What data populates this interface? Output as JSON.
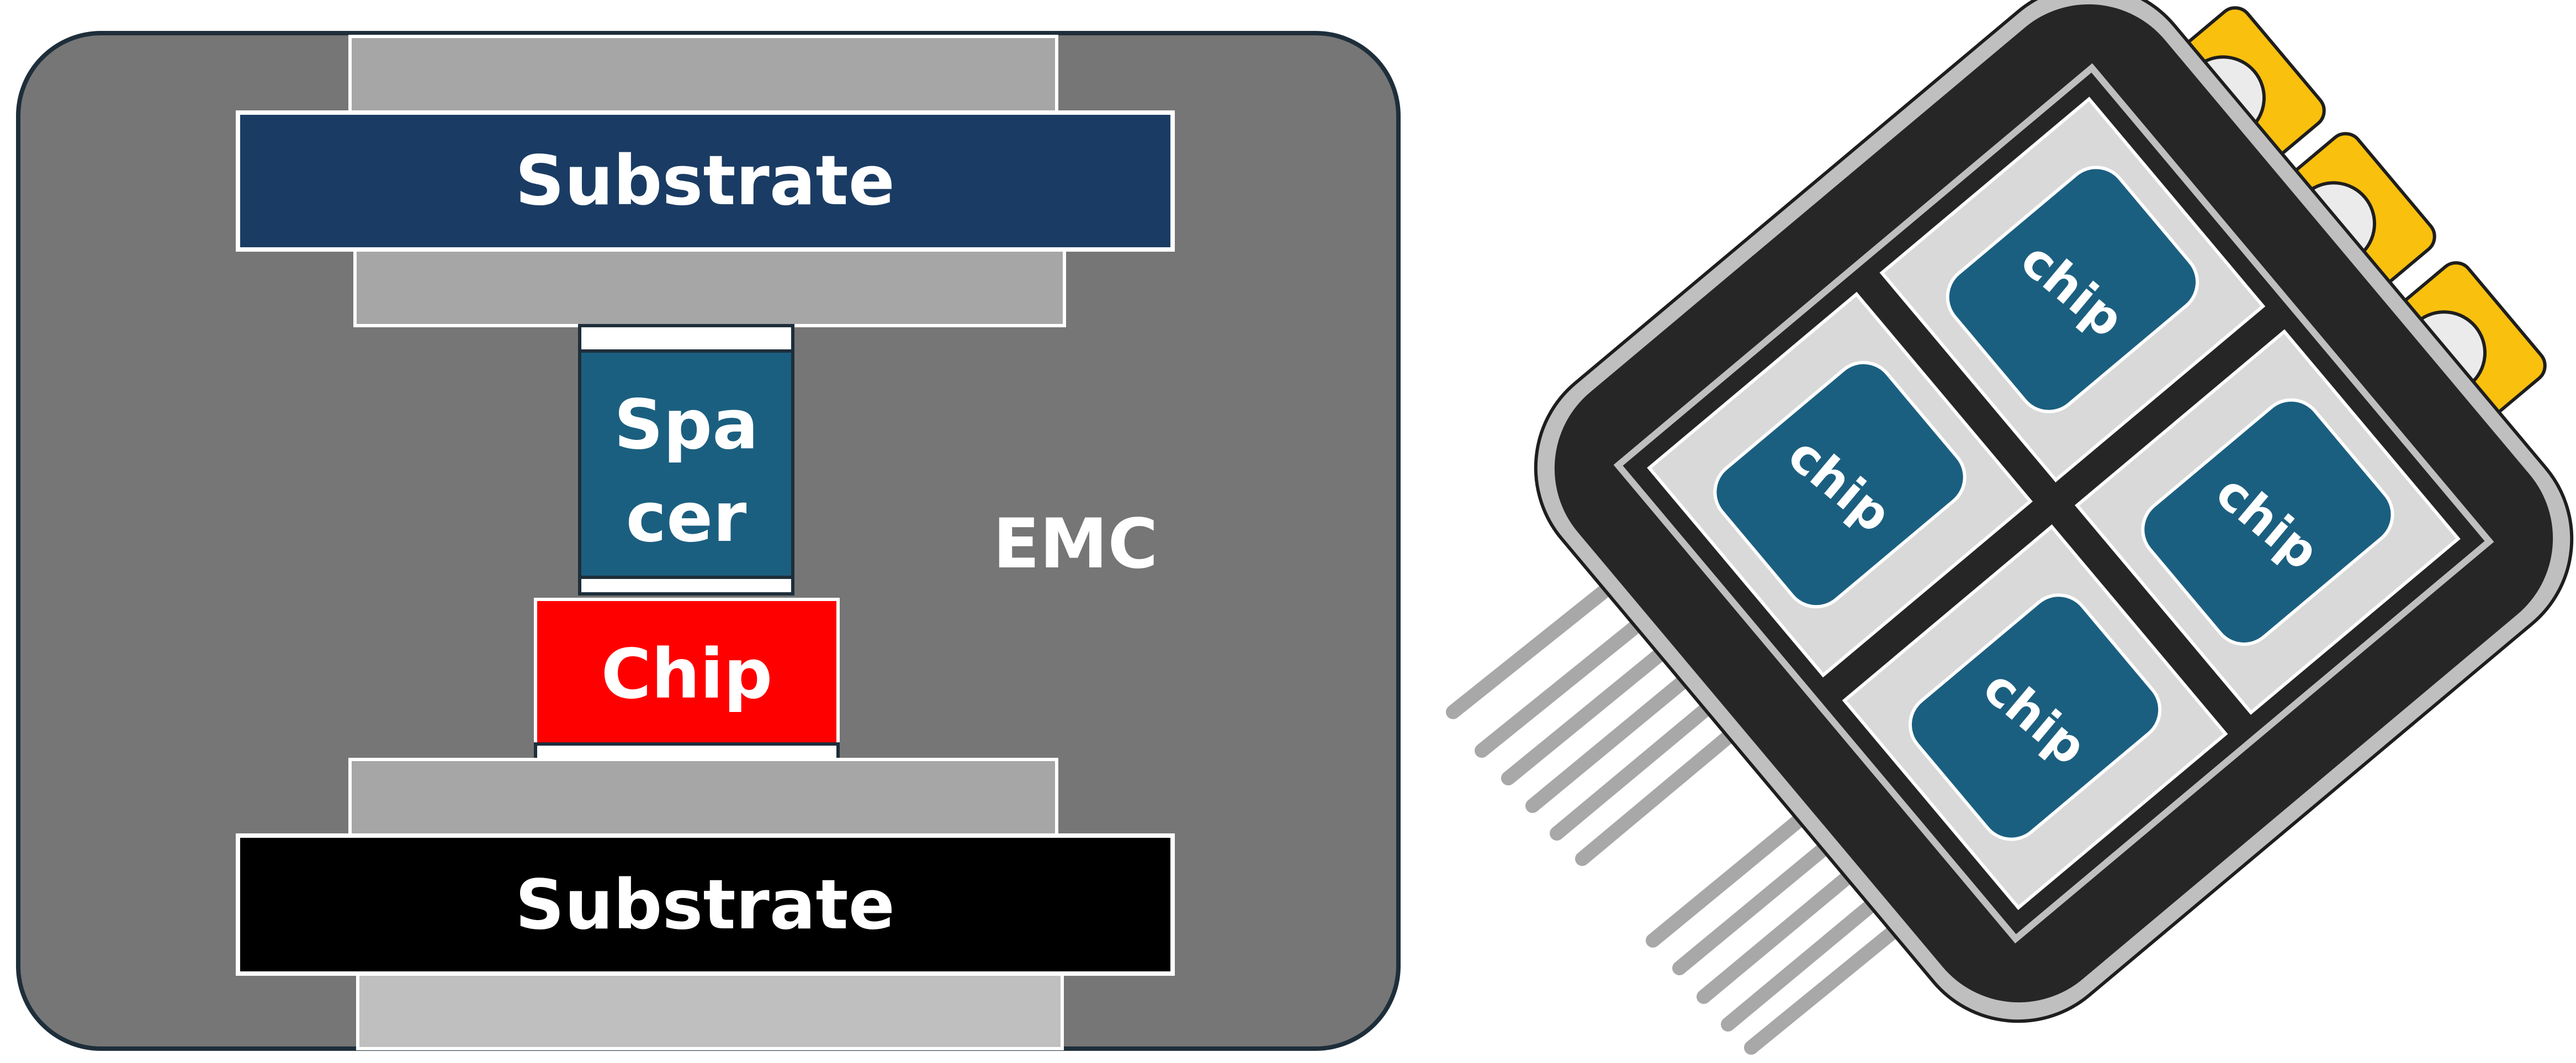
{
  "left_diagram": {
    "top_substrate_label": "Substrate",
    "spacer_label_line1": "Spa",
    "spacer_label_line2": "cer",
    "chip_label": "Chip",
    "emc_label": "EMC",
    "bottom_substrate_label": "Substrate"
  },
  "right_diagram": {
    "chips": [
      {
        "label": "chip"
      },
      {
        "label": "chip"
      },
      {
        "label": "chip"
      },
      {
        "label": "chip"
      }
    ],
    "terminal_count": 3,
    "lead_count": 11
  },
  "colors": {
    "emc": "#767676",
    "top_substrate": "#1a3c64",
    "bottom_substrate": "#000000",
    "spacer": "#1b5f80",
    "chip_red": "#ff0000",
    "module_chip": "#1b5f80",
    "terminal_gold": "#f9c00e",
    "lead_gray": "#a8a8a8"
  }
}
